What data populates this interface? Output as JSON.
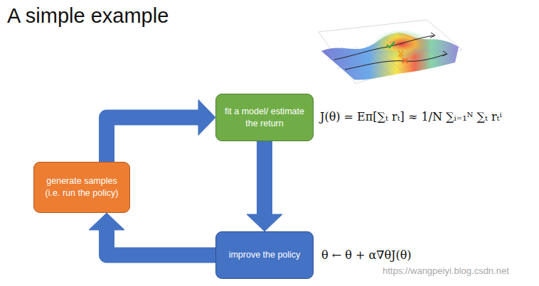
{
  "diagram": {
    "title": "A simple example",
    "nodes": [
      {
        "text": [
          "fit a model/ estimate the return"
        ]
      },
      {
        "text": [
          "generate samples (i.e. run the policy)"
        ]
      },
      {
        "text": [
          "improve the policy"
        ]
      }
    ],
    "edges": [
      {
        "from": 1,
        "to": 0,
        "arrow": "to"
      },
      {
        "from": 0,
        "to": 2,
        "arrow": "to"
      },
      {
        "from": 2,
        "to": 1,
        "arrow": "to"
      }
    ],
    "labels": [
      "J(θ) = Eπ[∑ₜ rₜ] ≈ 1/N ∑ᵢ₌₁ᴺ ∑ₜ rₜⁱ",
      "θ ← θ + α∇θJ(θ)",
      "https://wangpeiyi.blog.csdn.net"
    ]
  }
}
